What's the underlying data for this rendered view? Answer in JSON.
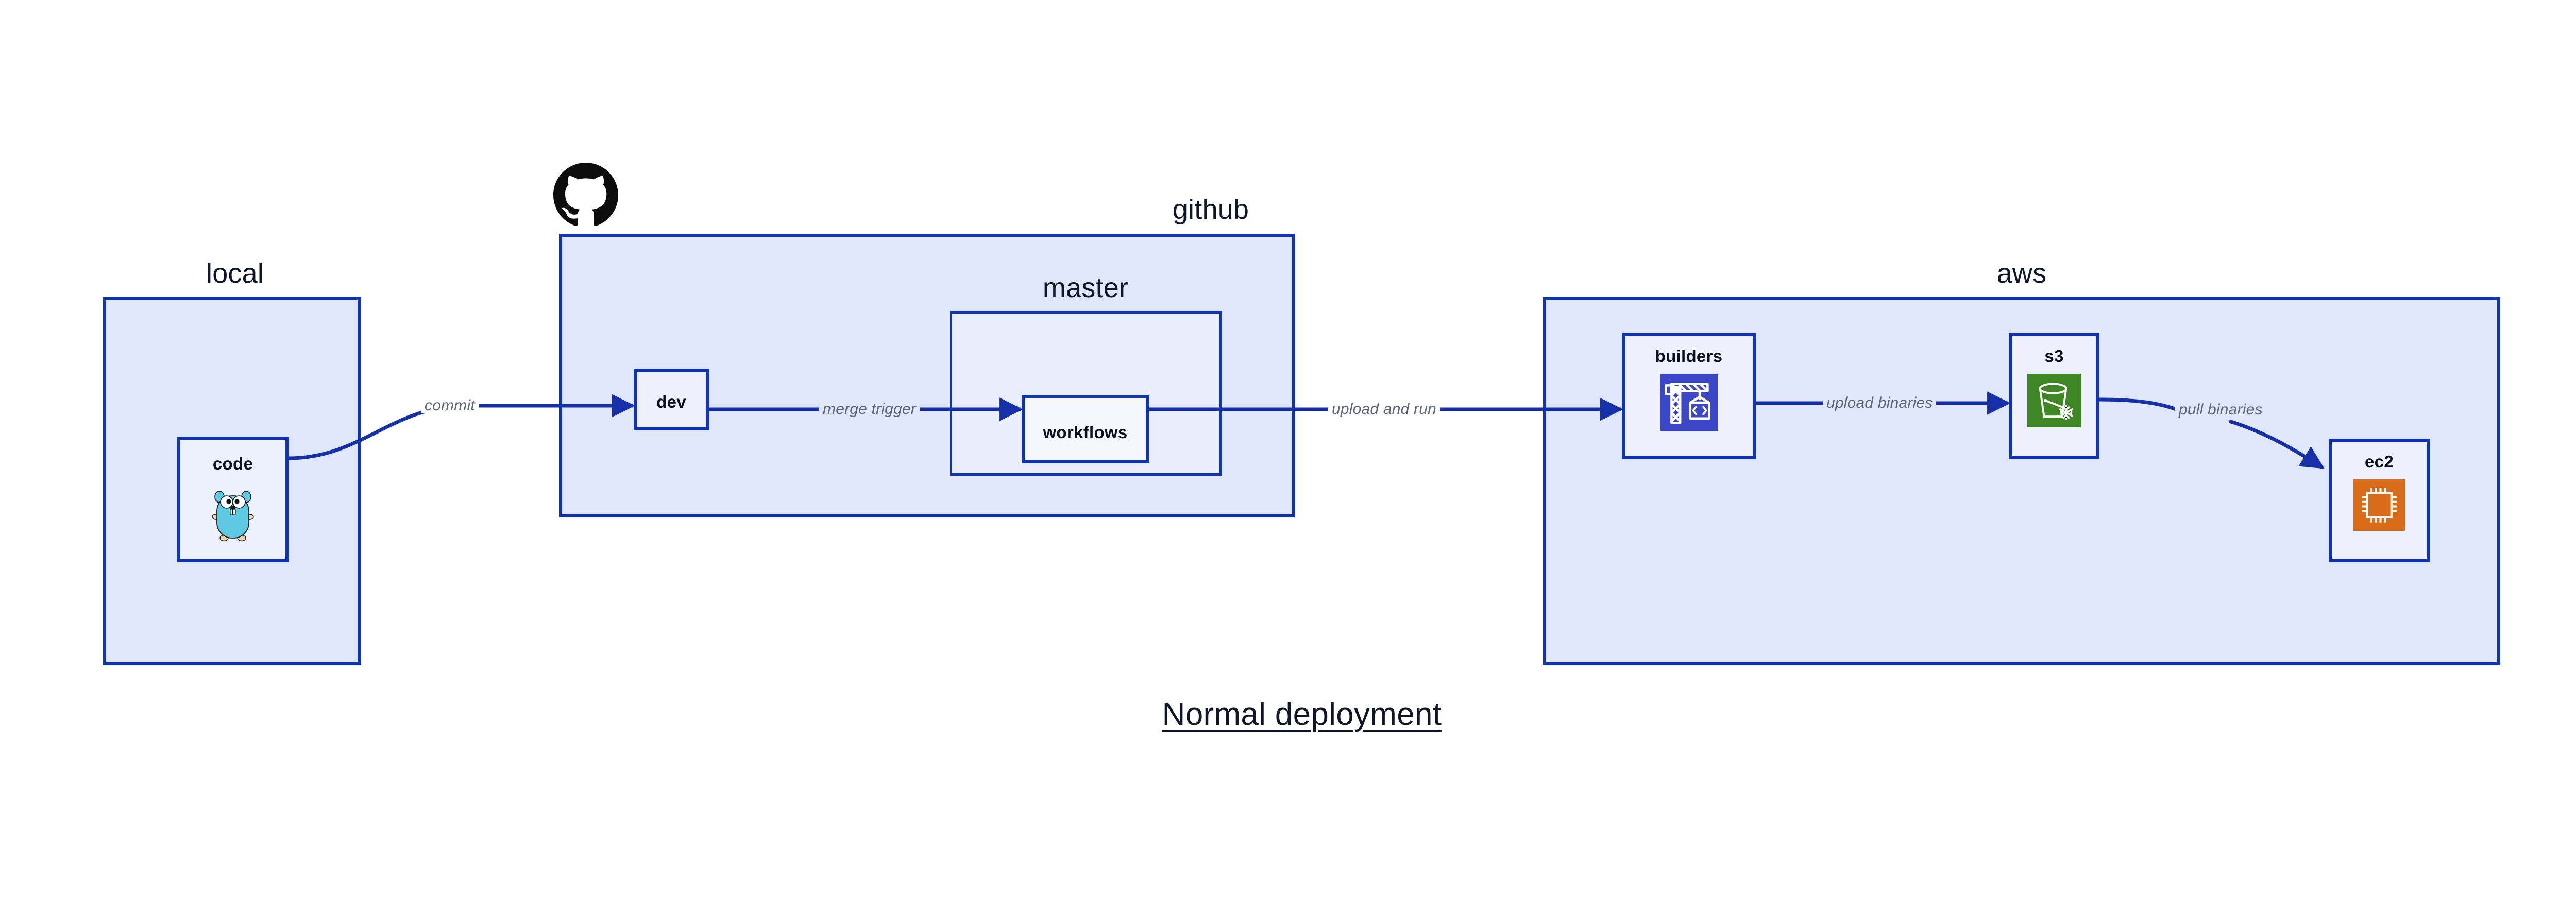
{
  "diagram": {
    "title": "Normal deployment",
    "colors": {
      "border": "#0f35b5",
      "group_fill": "#e1e7fa",
      "subgroup_fill": "#e9edfc",
      "node_fill": "#edf1fd",
      "leaf_fill": "#f5f7fd",
      "edge": "#1530a8",
      "edge_label": "#5c6479",
      "title": "#10172b",
      "builders_icon": "#3b47c6",
      "s3_icon": "#3f8624",
      "ec2_icon": "#d96c18",
      "gopher": "#5dc9e2",
      "github_logo": "#0d0d0d"
    },
    "groups": [
      {
        "id": "local",
        "label": "local"
      },
      {
        "id": "github",
        "label": "github"
      },
      {
        "id": "master",
        "label": "master"
      },
      {
        "id": "aws",
        "label": "aws"
      }
    ],
    "nodes": [
      {
        "id": "code",
        "label": "code",
        "icon": "go-gopher-icon",
        "group": "local"
      },
      {
        "id": "dev",
        "label": "dev",
        "icon": null,
        "group": "github"
      },
      {
        "id": "workflows",
        "label": "workflows",
        "icon": null,
        "group": "master"
      },
      {
        "id": "builders",
        "label": "builders",
        "icon": "aws-codebuild-crane-icon",
        "group": "aws"
      },
      {
        "id": "s3",
        "label": "s3",
        "icon": "aws-s3-bucket-icon",
        "group": "aws"
      },
      {
        "id": "ec2",
        "label": "ec2",
        "icon": "aws-ec2-chip-icon",
        "group": "aws"
      }
    ],
    "edges": [
      {
        "id": "commit",
        "label": "commit",
        "from": "code",
        "to": "dev",
        "style": "curved"
      },
      {
        "id": "merge-trigger",
        "label": "merge trigger",
        "from": "dev",
        "to": "workflows",
        "style": "straight"
      },
      {
        "id": "upload-and-run",
        "label": "upload and run",
        "from": "workflows",
        "to": "builders",
        "style": "straight"
      },
      {
        "id": "upload-binaries",
        "label": "upload binaries",
        "from": "builders",
        "to": "s3",
        "style": "straight"
      },
      {
        "id": "pull-binaries",
        "label": "pull binaries",
        "from": "s3",
        "to": "ec2",
        "style": "curved"
      }
    ]
  }
}
